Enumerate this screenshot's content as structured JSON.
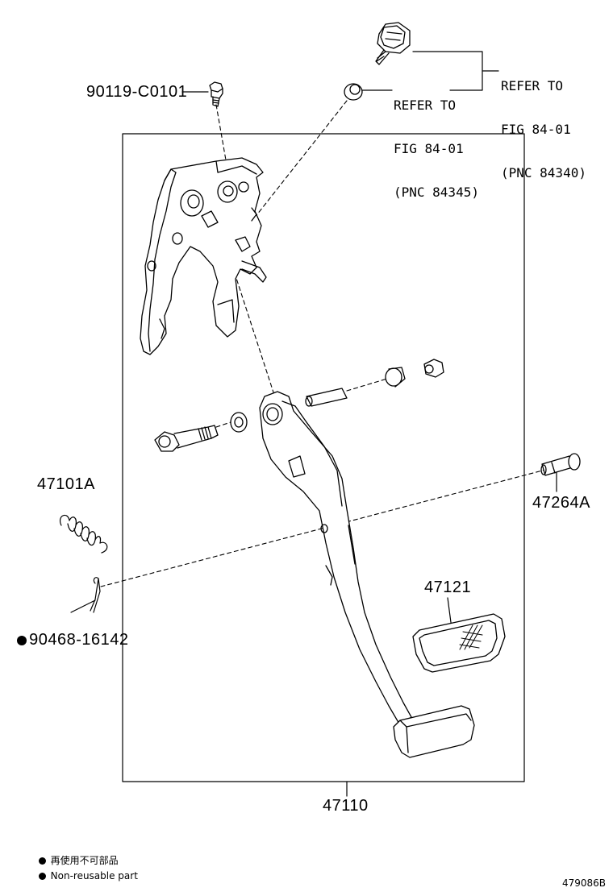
{
  "parts": {
    "bolt_top": "90119-C0101",
    "spring": "47101A",
    "clip": "90468-16142",
    "pin_right": "47264A",
    "pad": "47121",
    "pedal_assy": "47110"
  },
  "refs": {
    "ref1_line1": "REFER TO",
    "ref1_line2": "FIG 84-01",
    "ref1_line3": "(PNC 84340)",
    "ref2_line1": "REFER TO",
    "ref2_line2": "FIG 84-01",
    "ref2_line3": "(PNC 84345)"
  },
  "legend": {
    "line1": "再使用不可部品",
    "line2": "Non-reusable part"
  },
  "figure_id": "479086B"
}
